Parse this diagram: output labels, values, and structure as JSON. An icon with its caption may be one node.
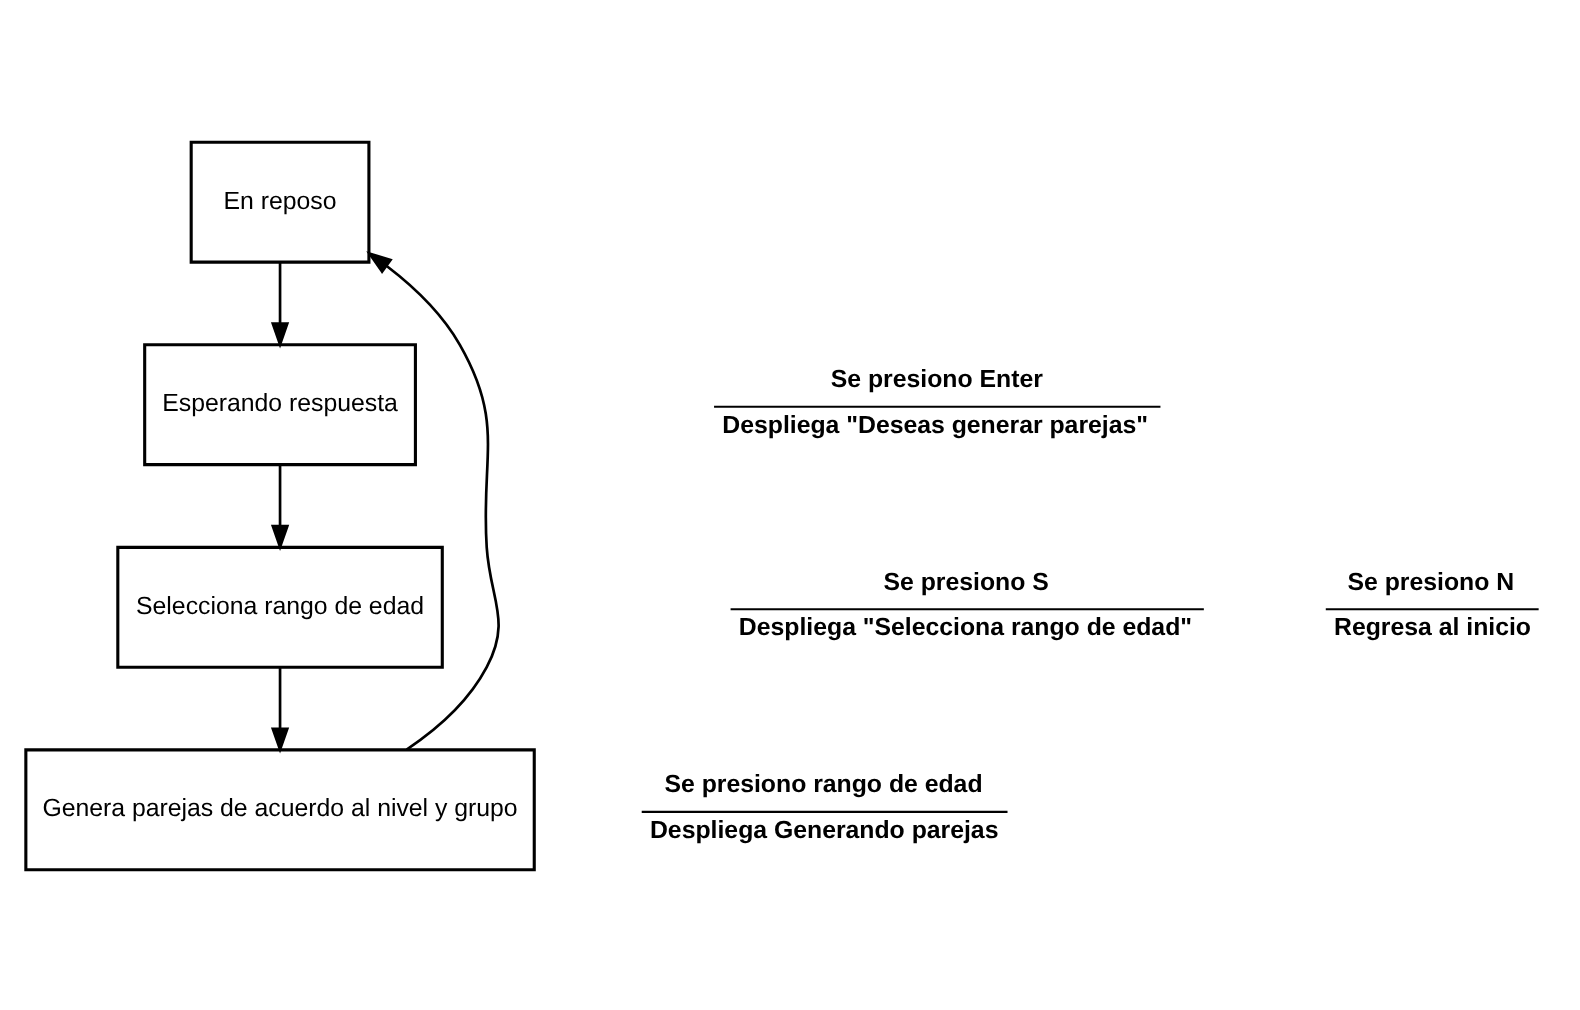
{
  "diagram": {
    "nodes": [
      {
        "text": [
          "En reposo"
        ]
      },
      {
        "text": [
          "Esperando respuesta"
        ]
      },
      {
        "text": [
          "Selecciona rango de edad"
        ]
      },
      {
        "text": [
          "Genera parejas de acuerdo al nivel y grupo"
        ]
      }
    ],
    "edges": [
      {
        "from": 0,
        "to": 1,
        "arrow": "to"
      },
      {
        "from": 1,
        "to": 2,
        "arrow": "to"
      },
      {
        "from": 2,
        "to": 3,
        "arrow": "to"
      },
      {
        "from": 3,
        "to": 0,
        "arrow": "to"
      }
    ],
    "labels": [
      "Se presiono Enter",
      "Despliega \"Deseas generar parejas\"",
      "Se presiono S",
      "Se presiono N",
      "Despliega \"Selecciona rango de edad\"",
      "Regresa al inicio",
      "Se presiono rango de edad",
      "Despliega Generando parejas"
    ]
  }
}
